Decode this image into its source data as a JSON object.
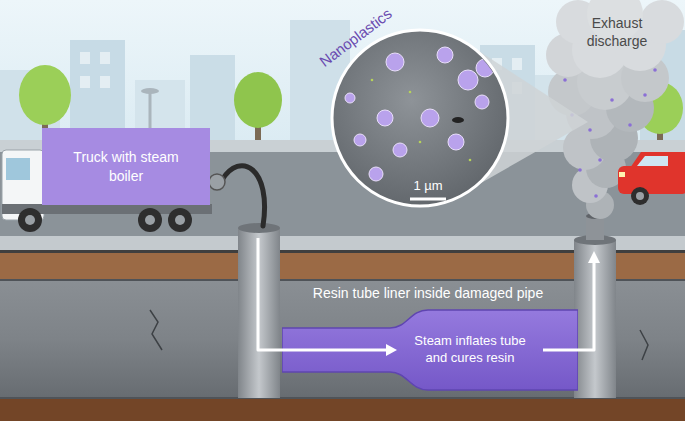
{
  "diagram": {
    "nodes": [
      {
        "text": [
          "Truck with steam boiler"
        ]
      },
      {
        "text": [
          "Steam inflates tube and cures resin"
        ]
      }
    ],
    "labels": [
      "Nanoplastics",
      "1 µm",
      "Exhaust discharge",
      "Resin tube liner inside damaged pipe"
    ]
  }
}
